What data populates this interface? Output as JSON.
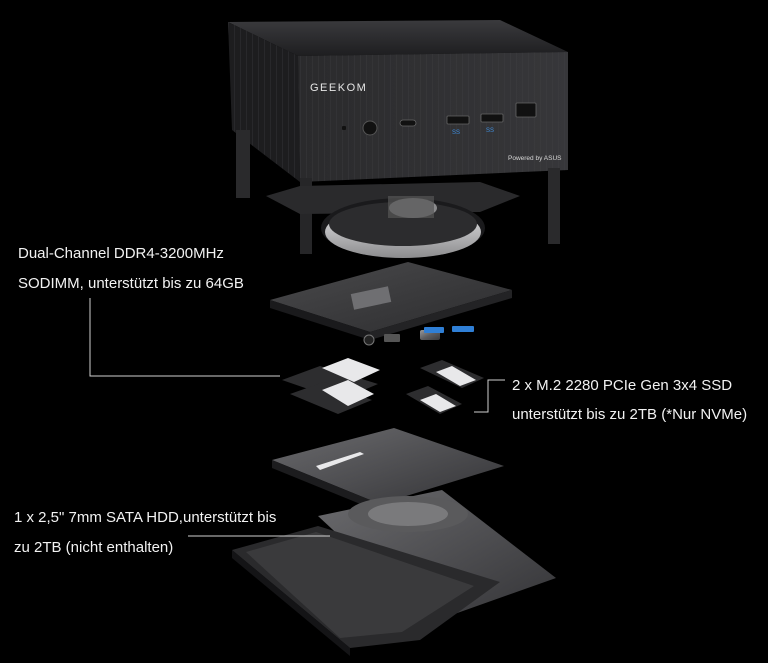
{
  "brand": {
    "logo": "GEEKOM",
    "tagline": "Powered by ASUS"
  },
  "port_labels": {
    "usb1": "SS",
    "usb2": "SS"
  },
  "callouts": {
    "ram": {
      "line1": "Dual-Channel DDR4-3200MHz",
      "line2": "SODIMM, unterstützt bis zu 64GB"
    },
    "ssd": {
      "line1": "2 x M.2 2280 PCIe Gen 3x4 SSD",
      "line2": "unterstützt bis zu 2TB (*Nur NVMe)"
    },
    "hdd": {
      "line1": "1 x 2,5\" 7mm SATA HDD,unterstützt bis",
      "line2": "zu 2TB (nicht enthalten)"
    }
  },
  "colors": {
    "background": "#000000",
    "text": "#f2f2f2",
    "chassis": "#2b2b2d",
    "usb_port": "#2f7fd6"
  }
}
